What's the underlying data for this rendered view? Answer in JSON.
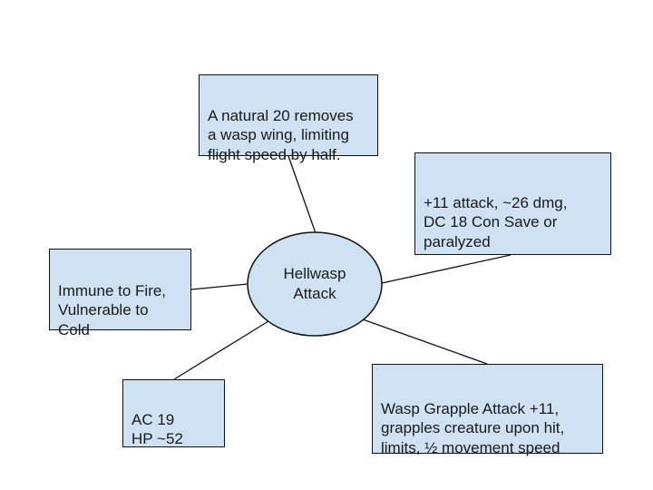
{
  "diagram": {
    "type": "mind-map",
    "center": {
      "label": "Hellwasp\nAttack"
    },
    "nodes": [
      {
        "id": "wing",
        "label": "A natural 20 removes\na wasp wing, limiting\nflight speed by half."
      },
      {
        "id": "attack",
        "label": "+11 attack, ~26 dmg,\nDC 18 Con Save or\nparalyzed"
      },
      {
        "id": "immune",
        "label": "Immune to Fire,\nVulnerable to\nCold"
      },
      {
        "id": "stats",
        "label": "AC 19\nHP ~52"
      },
      {
        "id": "grapple",
        "label": "Wasp Grapple Attack +11,\ngrapples creature upon hit,\nlimits, ½ movement speed"
      }
    ],
    "edges": [
      {
        "from": "center",
        "to": "wing"
      },
      {
        "from": "center",
        "to": "attack"
      },
      {
        "from": "center",
        "to": "immune"
      },
      {
        "from": "center",
        "to": "stats"
      },
      {
        "from": "center",
        "to": "grapple"
      }
    ],
    "colors": {
      "node_fill": "#cfe2f3",
      "stroke": "#111111",
      "background": "#ffffff"
    }
  }
}
